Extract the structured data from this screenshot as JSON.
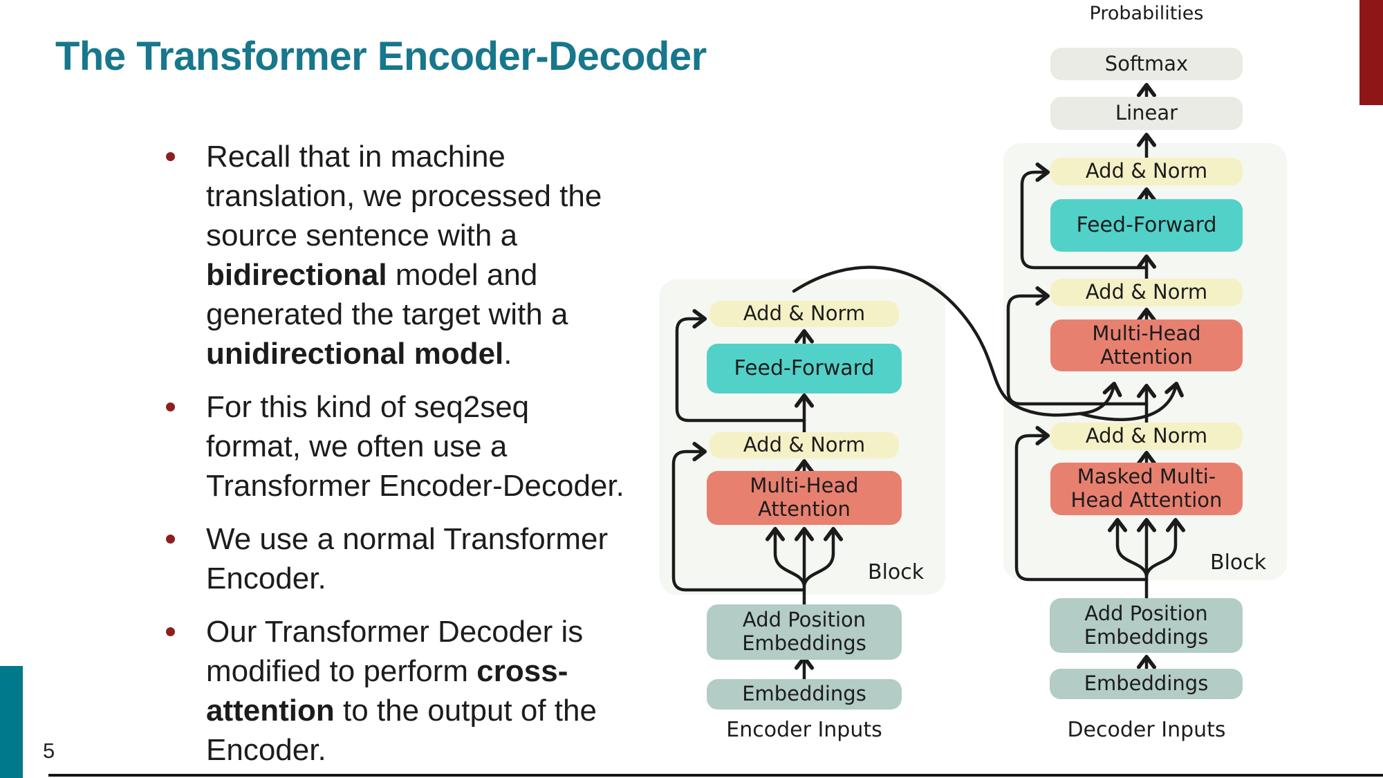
{
  "slide": {
    "title": "The Transformer Encoder-Decoder",
    "page_number": "5",
    "accent_colors": {
      "title_teal": "#17778c",
      "left_bar_teal": "#00798c",
      "corner_bar_red": "#8e1616",
      "bullet_dot_red": "#8f1f1f"
    }
  },
  "bullets": [
    {
      "segments": [
        {
          "text": "Recall that in machine\ntranslation, we processed the\nsource sentence with a\n"
        },
        {
          "text": "bidirectional",
          "bold": true
        },
        {
          "text": " model and\ngenerated the target with a\n"
        },
        {
          "text": "unidirectional model",
          "bold": true
        },
        {
          "text": "."
        }
      ]
    },
    {
      "segments": [
        {
          "text": "For this kind of seq2seq\nformat, we often use a\nTransformer Encoder-Decoder."
        }
      ]
    },
    {
      "segments": [
        {
          "text": "We use a normal Transformer\nEncoder."
        }
      ]
    },
    {
      "segments": [
        {
          "text": "Our Transformer Decoder is\nmodified to perform "
        },
        {
          "text": "cross-\nattention",
          "bold": true
        },
        {
          "text": " to the output of the\nEncoder."
        }
      ]
    }
  ],
  "diagram": {
    "probabilities_label": "Probabilities",
    "softmax_label": "Softmax",
    "linear_label": "Linear",
    "encoder": {
      "add_norm_1": "Add & Norm",
      "feed_forward": "Feed-Forward",
      "add_norm_2": "Add & Norm",
      "multi_head_attention": "Multi-Head\nAttention",
      "block_label": "Block",
      "add_position_embeddings": "Add Position\nEmbeddings",
      "embeddings": "Embeddings",
      "inputs_label": "Encoder Inputs"
    },
    "decoder": {
      "add_norm_1": "Add & Norm",
      "feed_forward": "Feed-Forward",
      "add_norm_2": "Add & Norm",
      "multi_head_attention": "Multi-Head\nAttention",
      "add_norm_3": "Add & Norm",
      "masked_multi_head_attention": "Masked Multi-\nHead Attention",
      "block_label": "Block",
      "add_position_embeddings": "Add Position\nEmbeddings",
      "embeddings": "Embeddings",
      "inputs_label": "Decoder Inputs"
    },
    "box_colors": {
      "add_norm_yellow": "#f5f1c6",
      "feed_forward_teal": "#52d1c9",
      "attention_salmon": "#e88070",
      "embeddings_sage": "#b3ccc5",
      "output_head_gray": "#e9ebe4",
      "block_background": "#f5f7f2",
      "wire_black": "#1b1b1b"
    }
  }
}
